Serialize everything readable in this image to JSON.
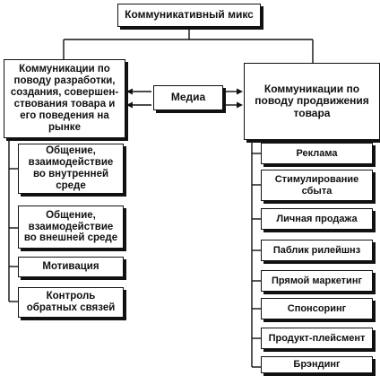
{
  "diagram": {
    "top": "Коммуникативный микс",
    "left_main": "Коммуникации по\nповоду разработки,\nсоздания, совершен-\nствования товара и\nего поведения на\nрынке",
    "media": "Медиа",
    "right_main": "Коммуникации по\nповоду продвижения\nтовара",
    "left_items": [
      {
        "label": "Общение,\nвзаимодействие\nво внутренней\nсреде"
      },
      {
        "label": "Общение,\nвзаимодействие\nво внешней среде"
      },
      {
        "label": "Мотивация"
      },
      {
        "label": "Контроль\nобратных связей"
      }
    ],
    "right_items": [
      {
        "label": "Реклама"
      },
      {
        "label": "Стимулирование\nсбыта"
      },
      {
        "label": "Личная продажа"
      },
      {
        "label": "Паблик рилейшнз"
      },
      {
        "label": "Прямой маркетинг"
      },
      {
        "label": "Спонсоринг"
      },
      {
        "label": "Продукт-плейсмент"
      },
      {
        "label": "Брэндинг"
      }
    ]
  }
}
